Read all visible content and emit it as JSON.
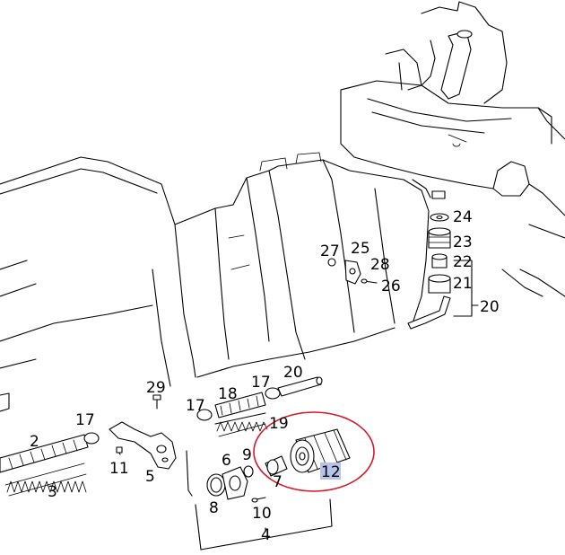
{
  "diagram": {
    "part_labels": [
      {
        "id": "p2",
        "text": "2"
      },
      {
        "id": "p3",
        "text": "3"
      },
      {
        "id": "p4",
        "text": "4"
      },
      {
        "id": "p5",
        "text": "5"
      },
      {
        "id": "p6",
        "text": "6"
      },
      {
        "id": "p7",
        "text": "7"
      },
      {
        "id": "p8",
        "text": "8"
      },
      {
        "id": "p9",
        "text": "9"
      },
      {
        "id": "p10",
        "text": "10"
      },
      {
        "id": "p11",
        "text": "11"
      },
      {
        "id": "p12",
        "text": "12"
      },
      {
        "id": "p17a",
        "text": "17"
      },
      {
        "id": "p17b",
        "text": "17"
      },
      {
        "id": "p17c",
        "text": "17"
      },
      {
        "id": "p18",
        "text": "18"
      },
      {
        "id": "p19",
        "text": "19"
      },
      {
        "id": "p20a",
        "text": "20"
      },
      {
        "id": "p20b",
        "text": "20"
      },
      {
        "id": "p21",
        "text": "21"
      },
      {
        "id": "p22",
        "text": "22"
      },
      {
        "id": "p23",
        "text": "23"
      },
      {
        "id": "p24",
        "text": "24"
      },
      {
        "id": "p25",
        "text": "25"
      },
      {
        "id": "p26",
        "text": "26"
      },
      {
        "id": "p27",
        "text": "27"
      },
      {
        "id": "p28",
        "text": "28"
      },
      {
        "id": "p29",
        "text": "29"
      }
    ],
    "highlighted_part": "12",
    "colors": {
      "line": "#000000",
      "background": "#ffffff",
      "highlight_circle": "#d6182a",
      "highlight_label_bg": "#b8c3ea"
    }
  }
}
